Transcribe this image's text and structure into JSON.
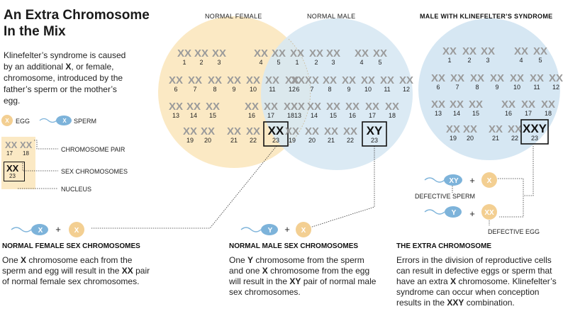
{
  "colors": {
    "female": "#fbe9c4",
    "male": "#d6e7f3",
    "egg": "#f3cf92",
    "sperm": "#7db3da",
    "chromosome": "#9a9a9a"
  },
  "title_line1": "An Extra Chromosome",
  "title_line2": "In the Mix",
  "intro": {
    "p1": "Klinefelter’s syndrome is caused by an additional ",
    "x": "X",
    "p2": ", or female, chromosome, introduced by the father’s sperm or the mother’s egg."
  },
  "panels": {
    "normal_female": "NORMAL FEMALE",
    "normal_male": "NORMAL MALE",
    "klinefelter": "MALE WITH KLINEFELTER’S SYNDROME"
  },
  "legend": {
    "egg_letter": "X",
    "egg": "EGG",
    "sperm_letter": "X",
    "sperm": "SPERM",
    "pair_glyph": "XX XX",
    "pair_num1": "17",
    "pair_num2": "18",
    "chromosome_pair": "CHROMOSOME PAIR",
    "sex_glyph": "XX",
    "sex_num": "23",
    "sex_chromosomes": "SEX CHROMOSOMES",
    "nucleus": "NUCLEUS"
  },
  "female_rows": [
    [
      {
        "g": "XX",
        "n": "1"
      },
      {
        "g": "XX",
        "n": "2"
      },
      {
        "g": "XX",
        "n": "3"
      },
      {
        "g": "XX",
        "n": "4"
      },
      {
        "g": "XX",
        "n": "5"
      }
    ],
    [
      {
        "g": "XX",
        "n": "6"
      },
      {
        "g": "XX",
        "n": "7"
      },
      {
        "g": "XX",
        "n": "8"
      },
      {
        "g": "XX",
        "n": "9"
      },
      {
        "g": "XX",
        "n": "10"
      },
      {
        "g": "XX",
        "n": "11"
      },
      {
        "g": "XX",
        "n": "12"
      }
    ],
    [
      {
        "g": "XX",
        "n": "13"
      },
      {
        "g": "XX",
        "n": "14"
      },
      {
        "g": "XX",
        "n": "15"
      },
      {
        "g": "XX",
        "n": "16"
      },
      {
        "g": "XX",
        "n": "17"
      },
      {
        "g": "XX",
        "n": "18"
      }
    ],
    [
      {
        "g": "XX",
        "n": "19"
      },
      {
        "g": "XX",
        "n": "20"
      },
      {
        "g": "XX",
        "n": "21"
      },
      {
        "g": "XX",
        "n": "22"
      },
      {
        "g": "XX",
        "n": "23",
        "box": true
      }
    ]
  ],
  "male_rows": [
    [
      {
        "g": "XX",
        "n": "1"
      },
      {
        "g": "XX",
        "n": "2"
      },
      {
        "g": "XX",
        "n": "3"
      },
      {
        "g": "XX",
        "n": "4"
      },
      {
        "g": "XX",
        "n": "5"
      }
    ],
    [
      {
        "g": "XX",
        "n": "6"
      },
      {
        "g": "XX",
        "n": "7"
      },
      {
        "g": "XX",
        "n": "8"
      },
      {
        "g": "XX",
        "n": "9"
      },
      {
        "g": "XX",
        "n": "10"
      },
      {
        "g": "XX",
        "n": "11"
      },
      {
        "g": "XX",
        "n": "12"
      }
    ],
    [
      {
        "g": "XX",
        "n": "13"
      },
      {
        "g": "XX",
        "n": "14"
      },
      {
        "g": "XX",
        "n": "15"
      },
      {
        "g": "XX",
        "n": "16"
      },
      {
        "g": "XX",
        "n": "17"
      },
      {
        "g": "XX",
        "n": "18"
      }
    ],
    [
      {
        "g": "XX",
        "n": "19"
      },
      {
        "g": "XX",
        "n": "20"
      },
      {
        "g": "XX",
        "n": "21"
      },
      {
        "g": "XX",
        "n": "22"
      },
      {
        "g": "XY",
        "n": "23",
        "box": true
      }
    ]
  ],
  "kline_rows": [
    [
      {
        "g": "XX",
        "n": "1"
      },
      {
        "g": "XX",
        "n": "2"
      },
      {
        "g": "XX",
        "n": "3"
      },
      {
        "g": "XX",
        "n": "4"
      },
      {
        "g": "XX",
        "n": "5"
      }
    ],
    [
      {
        "g": "XX",
        "n": "6"
      },
      {
        "g": "XX",
        "n": "7"
      },
      {
        "g": "XX",
        "n": "8"
      },
      {
        "g": "XX",
        "n": "9"
      },
      {
        "g": "XX",
        "n": "10"
      },
      {
        "g": "XX",
        "n": "11"
      },
      {
        "g": "XX",
        "n": "12"
      }
    ],
    [
      {
        "g": "XX",
        "n": "13"
      },
      {
        "g": "XX",
        "n": "14"
      },
      {
        "g": "XX",
        "n": "15"
      },
      {
        "g": "XX",
        "n": "16"
      },
      {
        "g": "XX",
        "n": "17"
      },
      {
        "g": "XX",
        "n": "18"
      }
    ],
    [
      {
        "g": "XX",
        "n": "19"
      },
      {
        "g": "XX",
        "n": "20"
      },
      {
        "g": "XX",
        "n": "21"
      },
      {
        "g": "XX",
        "n": "22"
      },
      {
        "g": "XXY",
        "n": "23",
        "box": true
      }
    ]
  ],
  "combos": {
    "female_sperm": "X",
    "female_egg": "X",
    "male_sperm": "Y",
    "male_egg": "X",
    "defect_sperm": "XY",
    "defect_egg_top": "X",
    "normal_sperm": "Y",
    "defect_egg_bottom": "XX",
    "plus": "+",
    "defective_sperm": "DEFECTIVE SPERM",
    "defective_egg": "DEFECTIVE EGG"
  },
  "sections": {
    "female": {
      "heading": "NORMAL FEMALE SEX CHROMOSOMES",
      "t1": "One ",
      "b1": "X",
      "t2": " chromosome each from the sperm and egg will result in the ",
      "b2": "XX",
      "t3": " pair of normal female sex chromosomes."
    },
    "male": {
      "heading": "NORMAL MALE SEX CHROMOSOMES",
      "t1": "One ",
      "b1": "Y",
      "t2": " chromosome from the sperm and one ",
      "b2": "X",
      "t3": " chromosome from the egg will result in the ",
      "b3": "XY",
      "t4": " pair of normal male sex chromosomes."
    },
    "extra": {
      "heading": "THE EXTRA CHROMOSOME",
      "t1": "Errors in the division of reproductive cells can result in defective eggs or sperm that have an extra ",
      "b1": "X",
      "t2": " chromosome. Klinefelter’s syndrome can occur when conception results in the ",
      "b2": "XXY",
      "t3": " combination."
    }
  }
}
